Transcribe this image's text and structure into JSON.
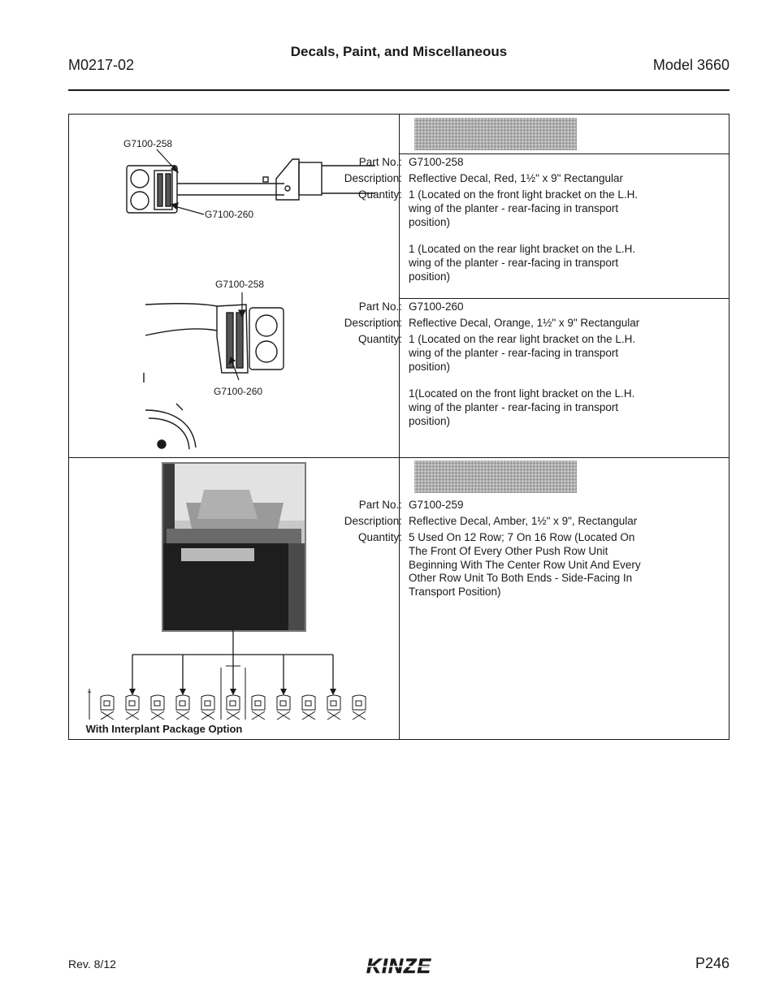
{
  "header": {
    "manual_number": "M0217-02",
    "section_title": "Decals, Paint, and Miscellaneous",
    "model": "Model 3660"
  },
  "figure_labels": {
    "top_a_258": "G7100-258",
    "top_a_260": "G7100-260",
    "top_b_258": "G7100-258",
    "top_b_260": "G7100-260"
  },
  "figure_caption": "With Interplant Package Option",
  "field_labels": {
    "part_no": "Part No.:",
    "description": "Description:",
    "quantity": "Quantity:"
  },
  "entries": [
    {
      "part_no": "G7100-258",
      "description": "Reflective Decal, Red, 1½\" x 9\" Rectangular",
      "quantity": [
        "1 (Located on the front light bracket on the L.H. wing of the planter - rear-facing in transport position)",
        "1 (Located on the rear light bracket on the L.H. wing of the planter - rear-facing in transport position)"
      ]
    },
    {
      "part_no": "G7100-260",
      "description": "Reflective Decal, Orange, 1½\" x 9\" Rectangular",
      "quantity": [
        "1 (Located on the rear light bracket on the L.H. wing of the planter - rear-facing in transport position)",
        "1(Located on the front light bracket on the L.H. wing of the planter - rear-facing in transport position)"
      ]
    },
    {
      "part_no": "G7100-259",
      "description": "Reflective Decal, Amber, 1½\" x 9\", Rectangular",
      "quantity": [
        "5 Used On 12 Row; 7 On 16 Row (Located On The Front Of Every Other Push Row Unit Beginning With The Center Row Unit And Every Other Row Unit To Both Ends - Side-Facing In Transport Position)"
      ]
    }
  ],
  "footer": {
    "revision": "Rev. 8/12",
    "logo_text": "KINZE",
    "page": "P246"
  }
}
